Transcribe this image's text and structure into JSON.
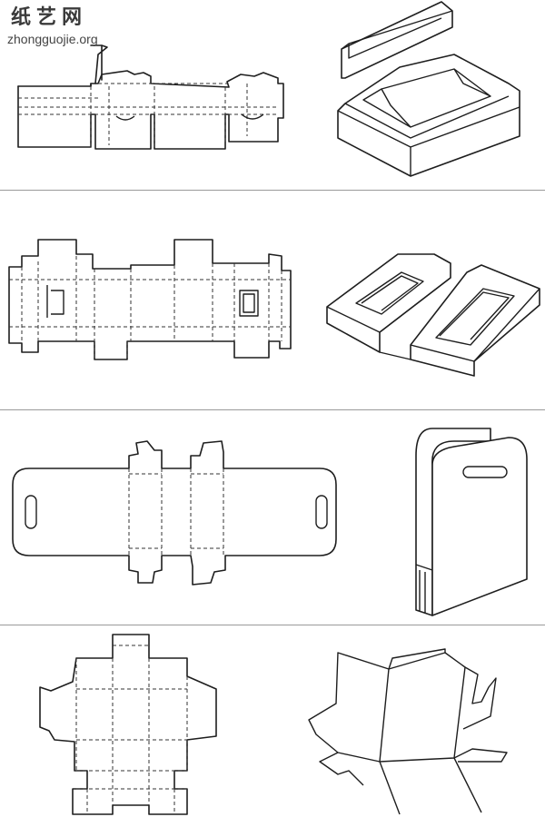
{
  "watermark": {
    "logo": "纸艺网",
    "url": "zhongguojie.org"
  },
  "colors": {
    "background": "#ffffff",
    "line": "#1e1e1e",
    "divider": "#9a9a9a"
  },
  "rows": [
    {
      "dieline": "display-tray-dieline",
      "model": "lidded-tray-box"
    },
    {
      "dieline": "two-compartment-dieline",
      "model": "two-compartment-tray"
    },
    {
      "dieline": "handle-carrier-dieline",
      "model": "handle-carrier-bag"
    },
    {
      "dieline": "pyramid-box-dieline",
      "model": "folding-box-model"
    }
  ]
}
